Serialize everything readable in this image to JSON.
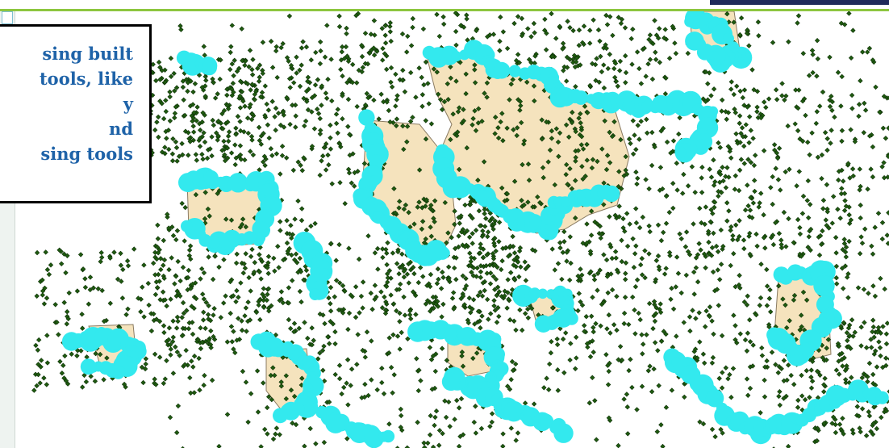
{
  "callout": {
    "lines": [
      "sing built",
      "tools, like",
      "y",
      "nd",
      "sing tools"
    ]
  },
  "colors": {
    "points": "#1f5a10",
    "points_outline": "#0a2a05",
    "buffers": "#33e9ee",
    "parcels": "#f5e3bd",
    "parcel_outline": "#8a7b62",
    "top_rule": "#8dc63f",
    "top_corner": "#1f2a5a",
    "callout_text": "#1f63a8"
  },
  "layers": [
    "points",
    "buffers",
    "parcels"
  ]
}
